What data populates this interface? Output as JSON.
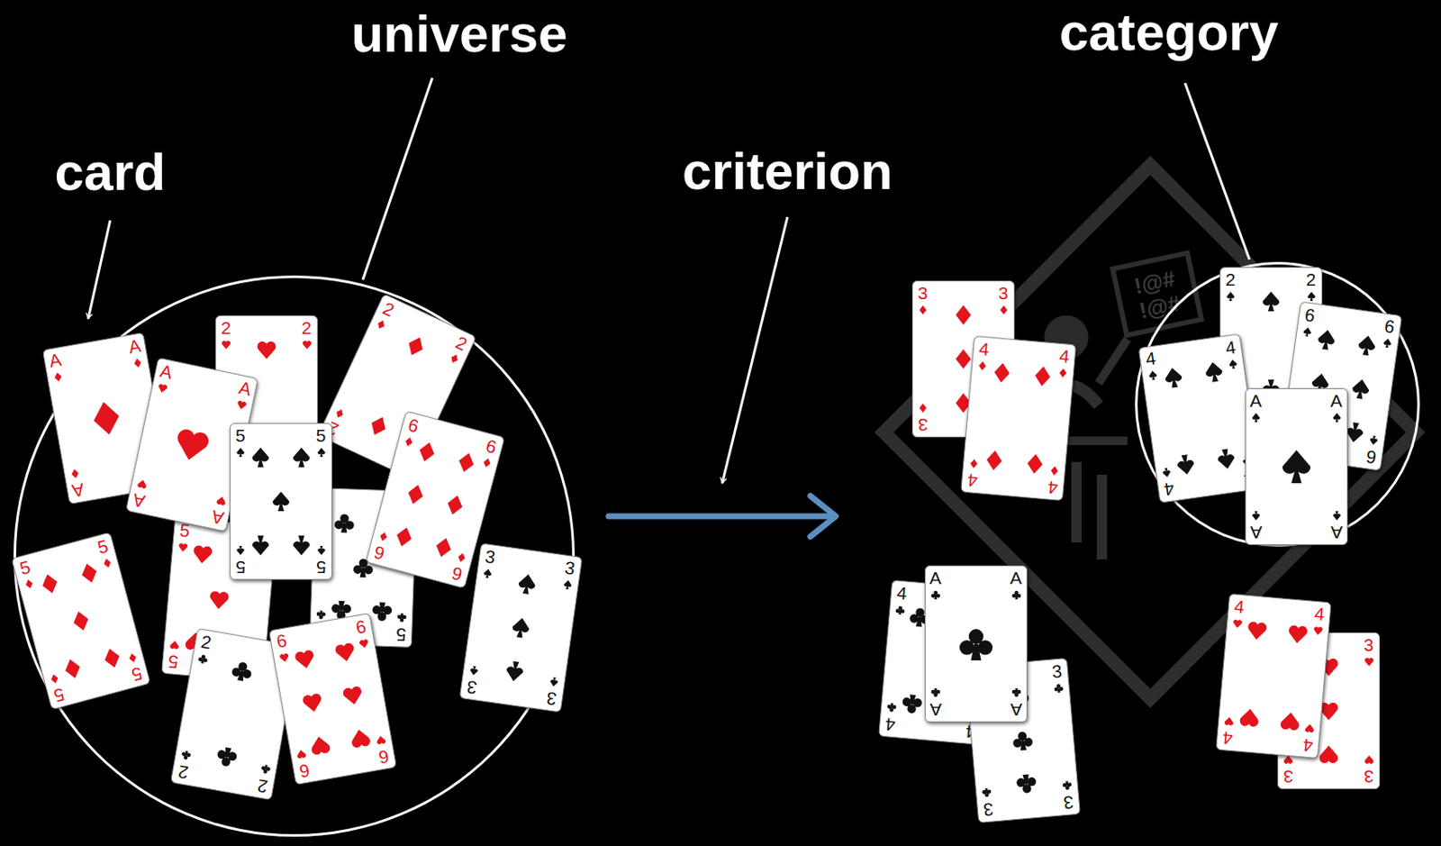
{
  "diagram": {
    "nodes": [
      {
        "text": [
          "universe"
        ]
      },
      {
        "text": [
          "A",
          "A",
          "A",
          "A"
        ],
        "in": 0
      },
      {
        "text": [
          "A",
          "A",
          "A",
          "A"
        ],
        "in": 0
      },
      {
        "text": [
          "2",
          "2",
          "2",
          "2"
        ],
        "in": 0
      },
      {
        "text": [
          "2",
          "2",
          "2",
          "2"
        ],
        "in": 0
      },
      {
        "text": [
          "5",
          "5",
          "5",
          "5"
        ],
        "in": 0
      },
      {
        "text": [
          "5",
          "5",
          "5",
          "5"
        ],
        "in": 0
      },
      {
        "text": [
          "6",
          "6",
          "6",
          "6"
        ],
        "in": 0
      },
      {
        "text": [
          "5",
          "5",
          "5",
          "5"
        ],
        "in": 0
      },
      {
        "text": [
          "5",
          "5",
          "5",
          "5"
        ],
        "in": 0
      },
      {
        "text": [
          "3",
          "3",
          "3",
          "3"
        ],
        "in": 0
      },
      {
        "text": [
          "2",
          "2",
          "2",
          "2"
        ],
        "in": 0
      },
      {
        "text": [
          "6",
          "6",
          "6",
          "6"
        ],
        "in": 0
      },
      {
        "text": [
          "3",
          "3",
          "3",
          "3"
        ]
      },
      {
        "text": [
          "4",
          "4",
          "4",
          "4"
        ]
      },
      {
        "text": [
          "category"
        ]
      },
      {
        "text": [
          "2",
          "2",
          "2",
          "2"
        ],
        "in": 15
      },
      {
        "text": [
          "4",
          "4",
          "4",
          "4"
        ],
        "in": 15
      },
      {
        "text": [
          "6",
          "6",
          "6",
          "6"
        ],
        "in": 15
      },
      {
        "text": [
          "A",
          "A",
          "A",
          "A"
        ],
        "in": 15
      },
      {
        "text": [
          "4",
          "4",
          "4",
          "4"
        ]
      },
      {
        "text": [
          "A",
          "A",
          "A",
          "A"
        ]
      },
      {
        "text": [
          "3",
          "3",
          "3",
          "3"
        ]
      },
      {
        "text": [
          "4",
          "4",
          "4",
          "4"
        ]
      },
      {
        "text": [
          "3",
          "3",
          "3",
          "3"
        ]
      }
    ],
    "labels": [
      "card",
      "criterion",
      "!@#",
      "!@#"
    ]
  }
}
